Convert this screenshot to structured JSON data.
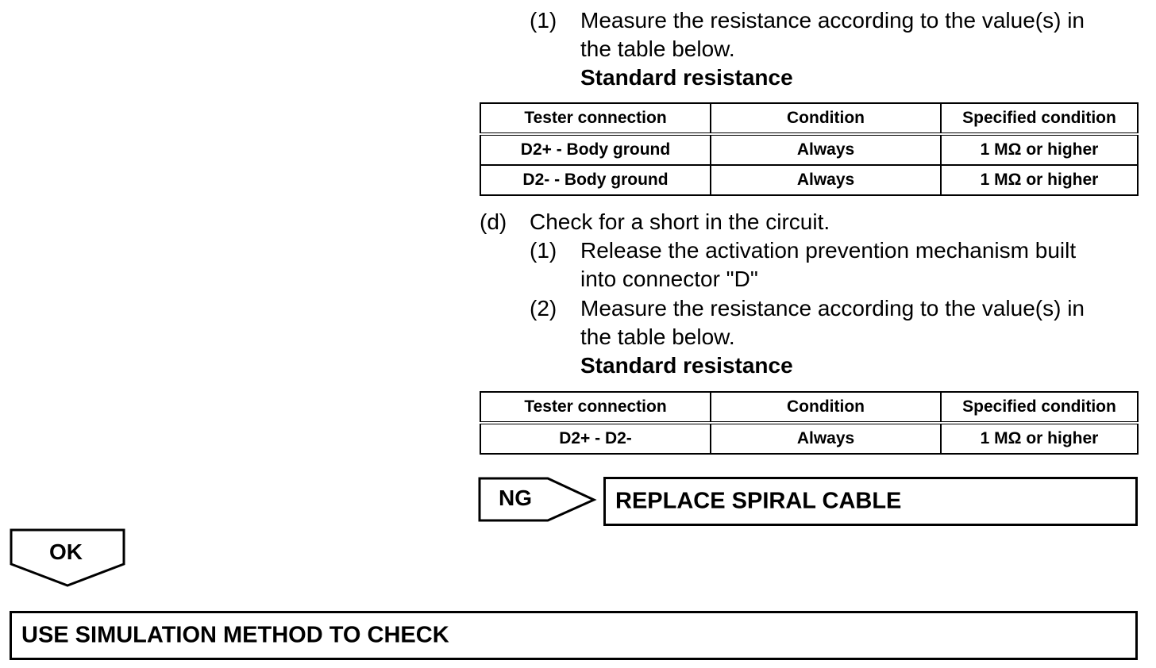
{
  "step_c1": {
    "num": "(1)",
    "line1": "Measure the resistance according to the value(s) in",
    "line2": "the table below.",
    "heading": "Standard resistance"
  },
  "table1": {
    "headers": [
      "Tester connection",
      "Condition",
      "Specified condition"
    ],
    "rows": [
      [
        "D2+ - Body ground",
        "Always",
        "1 MΩ or higher"
      ],
      [
        "D2- - Body ground",
        "Always",
        "1 MΩ or higher"
      ]
    ]
  },
  "step_d": {
    "label": "(d)",
    "text": "Check for a short in the circuit.",
    "sub1": {
      "num": "(1)",
      "line1": "Release the activation prevention mechanism built",
      "line2": "into connector \"D\""
    },
    "sub2": {
      "num": "(2)",
      "line1": "Measure the resistance according to the value(s) in",
      "line2": "the table below.",
      "heading": "Standard resistance"
    }
  },
  "table2": {
    "headers": [
      "Tester connection",
      "Condition",
      "Specified condition"
    ],
    "rows": [
      [
        "D2+ - D2-",
        "Always",
        "1 MΩ or higher"
      ]
    ]
  },
  "ng": {
    "label": "NG",
    "action": "REPLACE SPIRAL CABLE"
  },
  "ok": {
    "label": "OK",
    "action": "USE SIMULATION METHOD TO CHECK"
  }
}
